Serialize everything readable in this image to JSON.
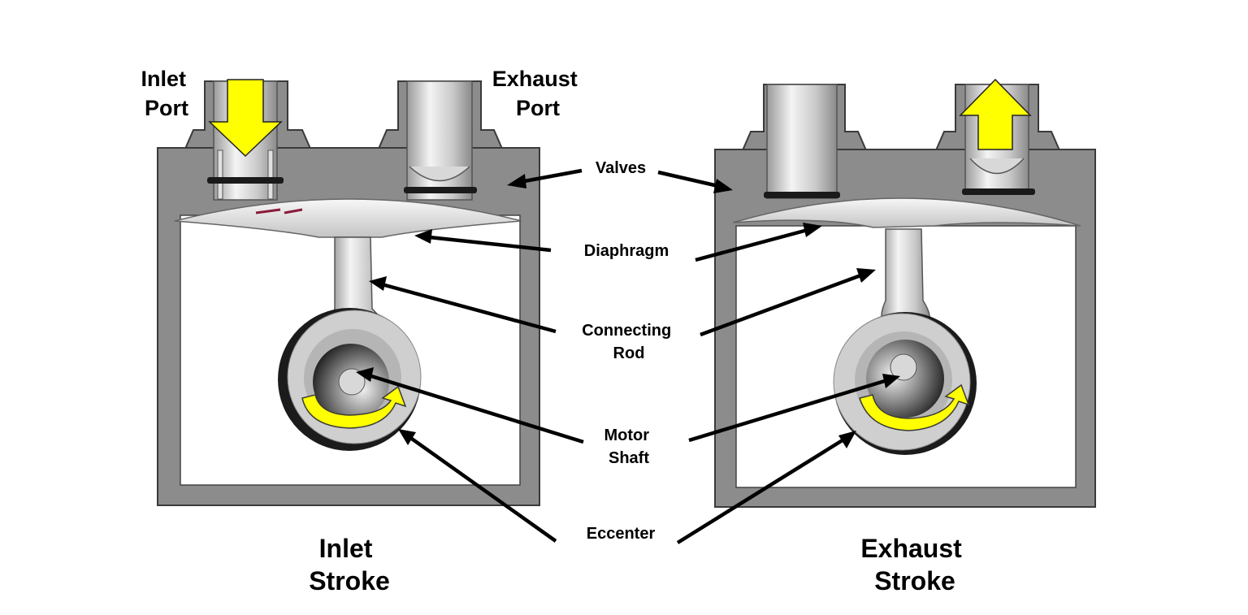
{
  "labels": {
    "inlet_port": [
      "Inlet",
      "Port"
    ],
    "exhaust_port": [
      "Exhaust",
      "Port"
    ],
    "valves": "Valves",
    "diaphragm": "Diaphragm",
    "connecting_rod": [
      "Connecting",
      "Rod"
    ],
    "motor_shaft": [
      "Motor",
      "Shaft"
    ],
    "eccenter": "Eccenter",
    "inlet_stroke": [
      "Inlet",
      "Stroke"
    ],
    "exhaust_stroke": [
      "Exhaust",
      "Stroke"
    ]
  },
  "colors": {
    "pump_body": "#8c8c8c",
    "flow_arrow": "#ffff00",
    "rotation_arrow": "#ffff00",
    "leader_lines": "#000000"
  }
}
